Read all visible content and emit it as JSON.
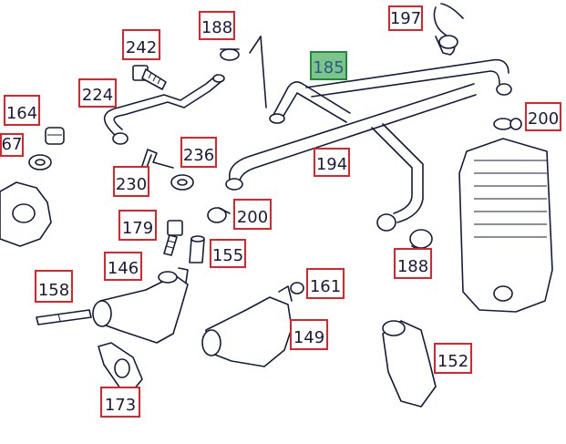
{
  "colors": {
    "callout_border": "#d9262c",
    "highlight_fill": "#7cc489",
    "highlight_border": "#1f8a3a",
    "line": "#141c3c"
  },
  "selected": "185",
  "callouts": [
    {
      "id": "197",
      "label": "197"
    },
    {
      "id": "188-top",
      "label": "188"
    },
    {
      "id": "242",
      "label": "242"
    },
    {
      "id": "185",
      "label": "185",
      "highlighted": true
    },
    {
      "id": "224",
      "label": "224"
    },
    {
      "id": "164",
      "label": "164"
    },
    {
      "id": "67",
      "label": "67"
    },
    {
      "id": "200-right",
      "label": "200"
    },
    {
      "id": "236",
      "label": "236"
    },
    {
      "id": "194",
      "label": "194"
    },
    {
      "id": "230",
      "label": "230"
    },
    {
      "id": "179",
      "label": "179"
    },
    {
      "id": "200-mid",
      "label": "200"
    },
    {
      "id": "155",
      "label": "155"
    },
    {
      "id": "188-mid",
      "label": "188"
    },
    {
      "id": "146",
      "label": "146"
    },
    {
      "id": "158",
      "label": "158"
    },
    {
      "id": "161",
      "label": "161"
    },
    {
      "id": "149",
      "label": "149"
    },
    {
      "id": "152",
      "label": "152"
    },
    {
      "id": "173",
      "label": "173"
    }
  ]
}
